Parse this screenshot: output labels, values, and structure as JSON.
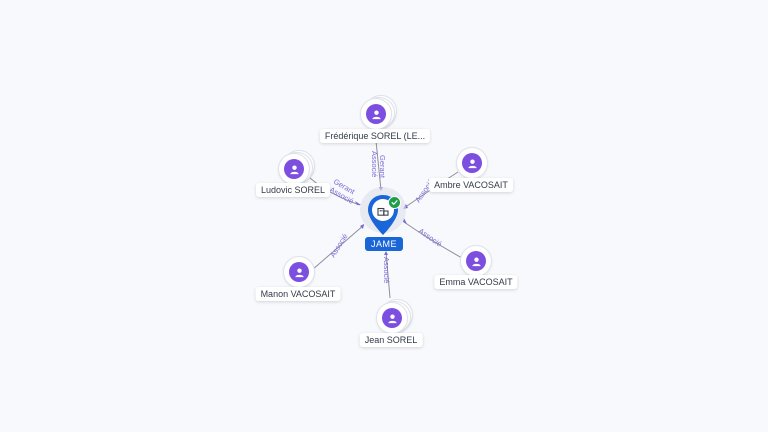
{
  "company": {
    "name": "JAME",
    "verified": true
  },
  "people": [
    {
      "id": "frederique",
      "name": "Frédérique SOREL (LE...",
      "role_label": "Gerant\nAssocié",
      "stacked": true
    },
    {
      "id": "ludovic",
      "name": "Ludovic SOREL",
      "role_label": "Gerant\nAssocié",
      "stacked": true
    },
    {
      "id": "ambre",
      "name": "Ambre VACOSAIT",
      "role_label": "Associé",
      "stacked": false
    },
    {
      "id": "manon",
      "name": "Manon VACOSAIT",
      "role_label": "Associé",
      "stacked": false
    },
    {
      "id": "emma",
      "name": "Emma VACOSAIT",
      "role_label": "Associé",
      "stacked": false
    },
    {
      "id": "jean",
      "name": "Jean SOREL",
      "role_label": "Associé",
      "stacked": true
    }
  ],
  "rel_labels": {
    "frederique_line1": "Gerant",
    "frederique_line2": "Associé",
    "ludovic_line1": "Gerant",
    "ludovic_line2": "Associé",
    "ambre": "Associé",
    "manon": "Associé",
    "emma": "Associé",
    "jean": "Associé"
  },
  "colors": {
    "background": "#f8f9fc",
    "person_icon": "#7c4fe0",
    "company_pin": "#1a66d9",
    "relation_label": "#7a6ad8",
    "verified_badge": "#1f9e4a"
  },
  "icons": {
    "person": "user-icon",
    "company": "building-icon",
    "verified": "check-icon"
  }
}
